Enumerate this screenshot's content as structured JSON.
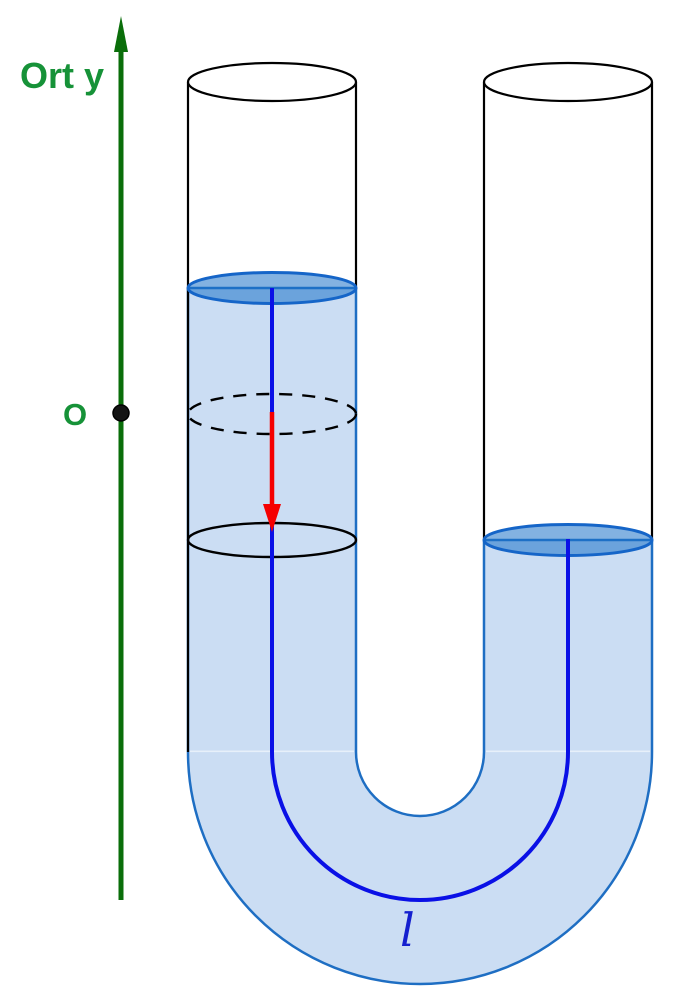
{
  "figure": {
    "kind": "u-tube-liquid-column-diagram",
    "labels": {
      "axis": "Ort y",
      "origin": "O",
      "length": "l"
    }
  },
  "colors": {
    "axis_green": "#0a6e0a",
    "label_green": "#169238",
    "point_black": "#141414",
    "tube_outline": "#000000",
    "liquid_fill": "#cbddf3",
    "liquid_stroke": "#1e6ec3",
    "surface_blue": "#1e73c8",
    "surface_stroke": "#1565c8",
    "centerline_blue": "#0a10e6",
    "length_blue": "#1520cf",
    "displacement_red": "#f50000"
  }
}
